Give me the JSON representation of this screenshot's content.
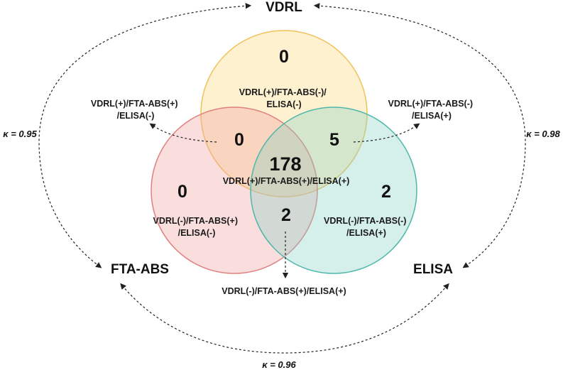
{
  "sets": {
    "vdrl": {
      "label": "VDRL",
      "fill": "#f8d877",
      "stroke": "#f0c35a"
    },
    "fta": {
      "label": "FTA-ABS",
      "fill": "#f0a0a0",
      "stroke": "#e07f7f"
    },
    "elisa": {
      "label": "ELISA",
      "fill": "#86d0c6",
      "stroke": "#4fb7aa"
    }
  },
  "regions": {
    "vdrl_only": {
      "count": "0",
      "desc": [
        "VDRL(+)/FTA-ABS(-)/",
        "ELISA(-)"
      ]
    },
    "vdrl_fta": {
      "count": "0",
      "desc": [
        "VDRL(+)/FTA-ABS(+)",
        "/ELISA(-)"
      ]
    },
    "vdrl_elisa": {
      "count": "5",
      "desc": [
        "VDRL(+)/FTA-ABS(-)",
        "/ELISA(+)"
      ]
    },
    "all": {
      "count": "178",
      "desc": [
        "VDRL(+)/FTA-ABS(+)/ELISA(+)"
      ]
    },
    "fta_only": {
      "count": "0",
      "desc": [
        "VDRL(-)/FTA-ABS(+)",
        "/ELISA(-)"
      ]
    },
    "elisa_only": {
      "count": "2",
      "desc": [
        "VDRL(-)/FTA-ABS(-)",
        "/ELISA(+)"
      ]
    },
    "fta_elisa": {
      "count": "2",
      "desc": [
        "VDRL(-)/FTA-ABS(+)/ELISA(+)"
      ]
    }
  },
  "kappas": {
    "vdrl_fta": "κ = 0.95",
    "vdrl_elisa": "κ = 0.98",
    "fta_elisa": "κ = 0.96"
  }
}
